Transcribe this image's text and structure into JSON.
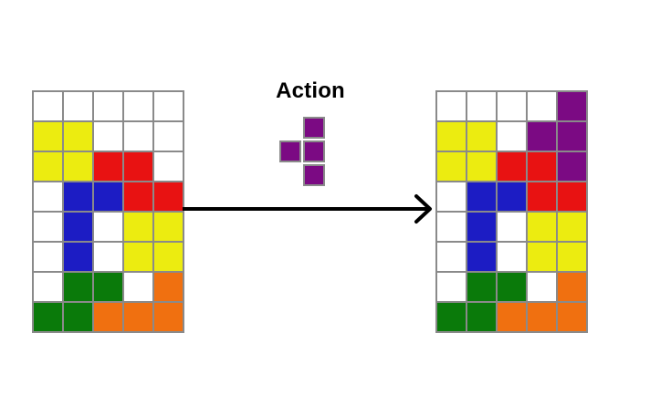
{
  "action": {
    "title": "Action",
    "piece": {
      "name": "T",
      "color": "#7b0a83",
      "shape": [
        [
          0,
          1
        ],
        [
          1,
          1
        ],
        [
          0,
          1
        ]
      ]
    }
  },
  "palette": {
    "W": "#ffffff",
    "Y": "#ecec10",
    "R": "#e81212",
    "B": "#1c1cc4",
    "G": "#0a7a0a",
    "O": "#f07010",
    "P": "#7b0a83"
  },
  "boards": {
    "before": [
      [
        "W",
        "W",
        "W",
        "W",
        "W"
      ],
      [
        "Y",
        "Y",
        "W",
        "W",
        "W"
      ],
      [
        "Y",
        "Y",
        "R",
        "R",
        "W"
      ],
      [
        "W",
        "B",
        "B",
        "R",
        "R"
      ],
      [
        "W",
        "B",
        "W",
        "Y",
        "Y"
      ],
      [
        "W",
        "B",
        "W",
        "Y",
        "Y"
      ],
      [
        "W",
        "G",
        "G",
        "W",
        "O"
      ],
      [
        "G",
        "G",
        "O",
        "O",
        "O"
      ]
    ],
    "after": [
      [
        "W",
        "W",
        "W",
        "W",
        "P"
      ],
      [
        "Y",
        "Y",
        "W",
        "P",
        "P"
      ],
      [
        "Y",
        "Y",
        "R",
        "R",
        "P"
      ],
      [
        "W",
        "B",
        "B",
        "R",
        "R"
      ],
      [
        "W",
        "B",
        "W",
        "Y",
        "Y"
      ],
      [
        "W",
        "B",
        "W",
        "Y",
        "Y"
      ],
      [
        "W",
        "G",
        "G",
        "W",
        "O"
      ],
      [
        "G",
        "G",
        "O",
        "O",
        "O"
      ]
    ]
  },
  "arrow_color": "#000000",
  "grid_line_color": "#8a8a8a"
}
